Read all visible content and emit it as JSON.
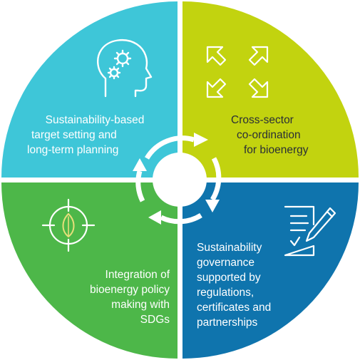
{
  "diagram": {
    "quadrants": [
      {
        "id": "top-left",
        "color": "#3ec6d8",
        "icon": "head-gears-icon",
        "lines": [
          "Sustainability-based",
          "target setting and",
          "long-term planning"
        ]
      },
      {
        "id": "top-right",
        "color": "#c2d30f",
        "icon": "expand-arrows-icon",
        "lines": [
          "Cross-sector",
          "co-ordination",
          "for bioenergy"
        ]
      },
      {
        "id": "bottom-right",
        "color": "#0f74ad",
        "icon": "document-pen-icon",
        "lines": [
          "Sustainability",
          "governance",
          "supported by",
          "regulations,",
          "certificates and",
          "partnerships"
        ]
      },
      {
        "id": "bottom-left",
        "color": "#4db749",
        "icon": "leaf-target-icon",
        "lines": [
          "Integration of",
          "bioenergy policy",
          "making with",
          "SDGs"
        ]
      }
    ],
    "cycle_icon": "circular-arrows-icon"
  }
}
